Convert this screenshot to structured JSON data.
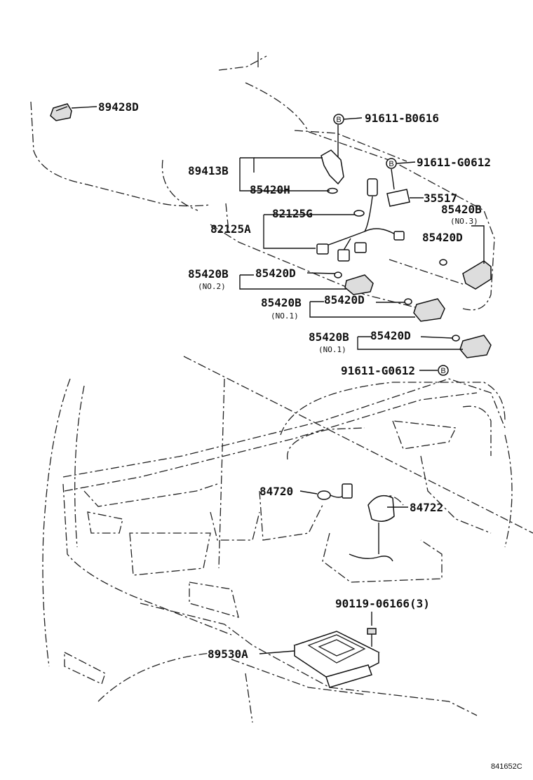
{
  "diagram": {
    "labels": {
      "p89428D": "89428D",
      "p91611B0616": "91611-B0616",
      "p91611G0612a": "91611-G0612",
      "p89413B": "89413B",
      "p85420H": "85420H",
      "p35517": "35517",
      "p85420B_no3": "85420B",
      "no3": "(NO.3)",
      "p82125G": "82125G",
      "p82125A": "82125A",
      "p85420D_a": "85420D",
      "p85420B_no2": "85420B",
      "p85420D_b": "85420D",
      "no2": "(NO.2)",
      "p85420B_no1a": "85420B",
      "p85420D_c": "85420D",
      "no1a": "(NO.1)",
      "p85420B_no1b": "85420B",
      "p85420D_d": "85420D",
      "no1b": "(NO.1)",
      "p91611G0612b": "91611-G0612",
      "p84720": "84720",
      "p84722": "84722",
      "p90119": "90119-06166(3)",
      "p89530A": "89530A",
      "drawing_code": "841652C",
      "bolt_mark": "B"
    }
  }
}
